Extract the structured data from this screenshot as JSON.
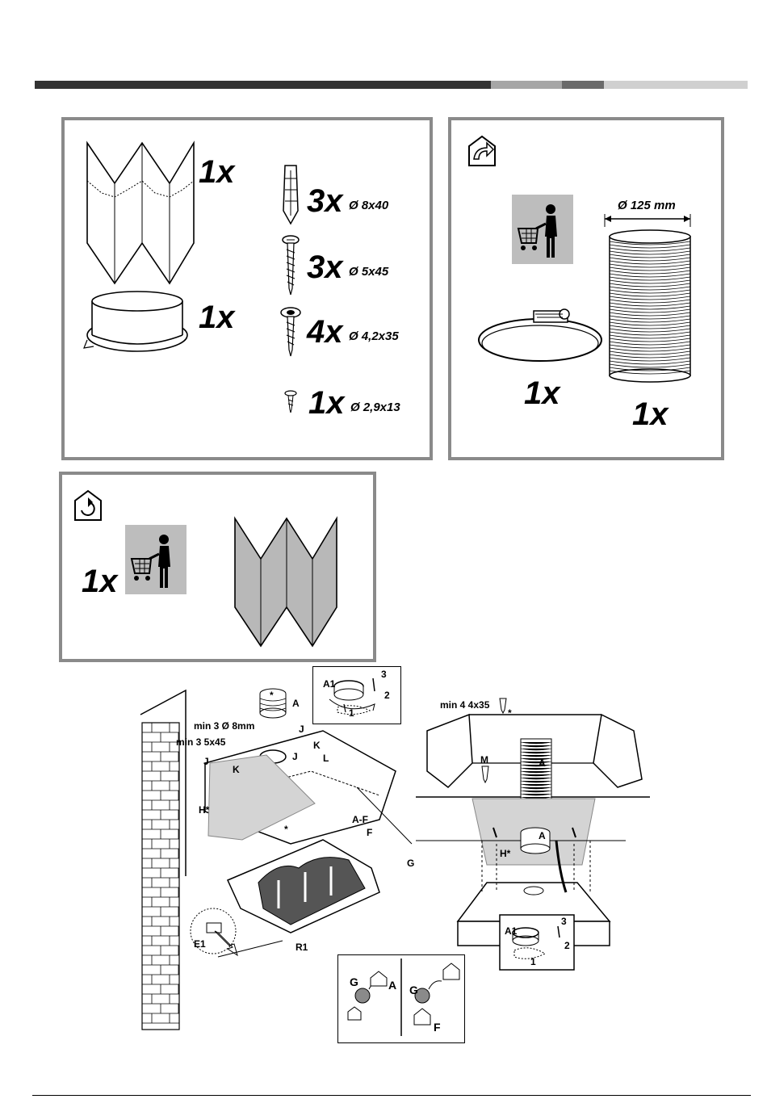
{
  "header_bar": {
    "segments": [
      {
        "color": "#333333"
      },
      {
        "color": "#a6a6a6"
      },
      {
        "color": "#6b6b6b"
      },
      {
        "color": "#d0d0d0"
      }
    ]
  },
  "panel_parts": {
    "items": [
      {
        "name": "filter-panel",
        "qty": "1x"
      },
      {
        "name": "flange-ring",
        "qty": "1x"
      },
      {
        "name": "wall-plug",
        "qty": "3x",
        "size": "Ø 8x40"
      },
      {
        "name": "screw-large",
        "qty": "3x",
        "size": "Ø 5x45"
      },
      {
        "name": "screw-washer",
        "qty": "4x",
        "size": "Ø 4,2x35"
      },
      {
        "name": "screw-small",
        "qty": "1x",
        "size": "Ø 2,9x13"
      }
    ]
  },
  "panel_exhaust": {
    "icon": "ducted-exhaust-icon",
    "duct_diameter": "Ø 125 mm",
    "clamp_qty": "1x",
    "duct_qty": "1x"
  },
  "panel_recirc": {
    "icon": "recirculation-icon",
    "qty": "1x",
    "filter_color": "#b8b8b8"
  },
  "diagram_left": {
    "labels": {
      "A": "A",
      "A1": "A1",
      "n1": "1",
      "n2": "2",
      "n3": "3",
      "min_plug": "min 3 Ø 8mm",
      "min_screw": "min 3 5x45",
      "J1": "J",
      "J2": "J",
      "J3": "J",
      "K1": "K",
      "K2": "K",
      "L": "L",
      "H": "H*",
      "star1": "*",
      "star2": "*",
      "AF": "A-F",
      "F": "F",
      "G": "G",
      "E1": "E1",
      "R1": "R1"
    },
    "legend": {
      "G1": "G",
      "A": "A",
      "G2": "G",
      "F": "F"
    }
  },
  "diagram_right": {
    "labels": {
      "min": "min 4 4x35",
      "star": "*",
      "M": "M",
      "A1": "A",
      "A2": "A",
      "H": "H*",
      "A1b": "A1",
      "n1": "1",
      "n2": "2",
      "n3": "3"
    }
  }
}
